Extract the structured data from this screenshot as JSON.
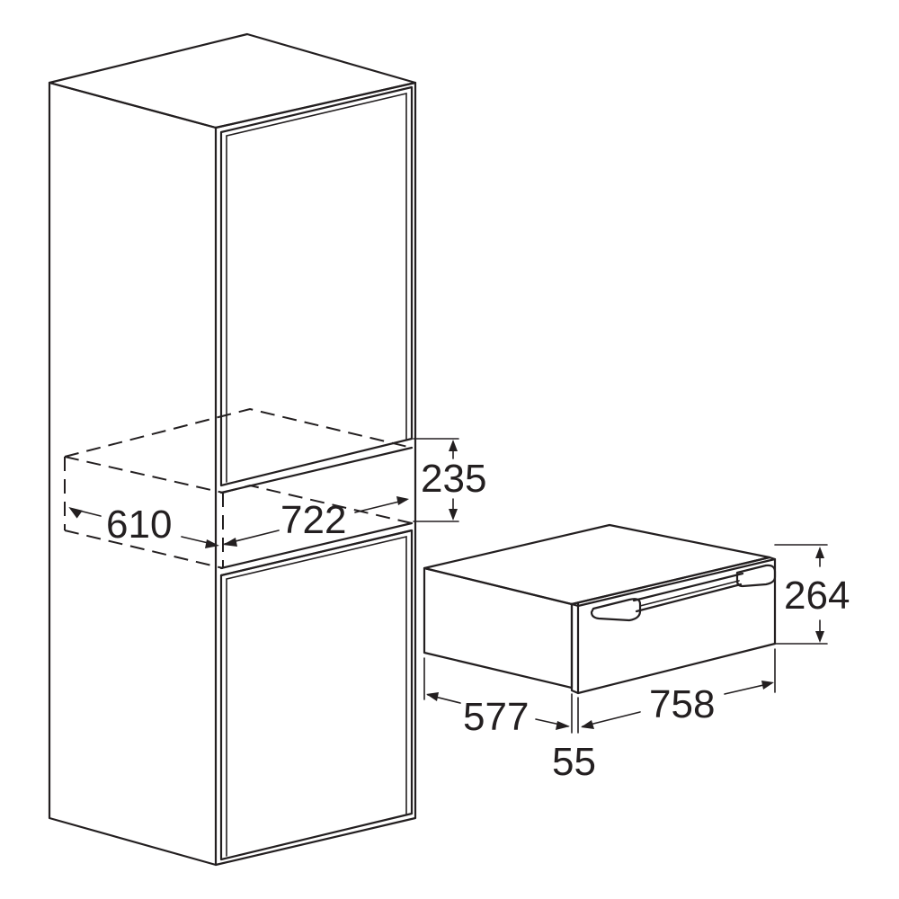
{
  "dimensions": {
    "niche_depth": "610",
    "niche_width": "722",
    "niche_height": "235",
    "device_height": "264",
    "device_depth": "577",
    "device_width": "758",
    "front_thickness": "55"
  },
  "colors": {
    "line": "#231f20",
    "background": "#ffffff"
  }
}
